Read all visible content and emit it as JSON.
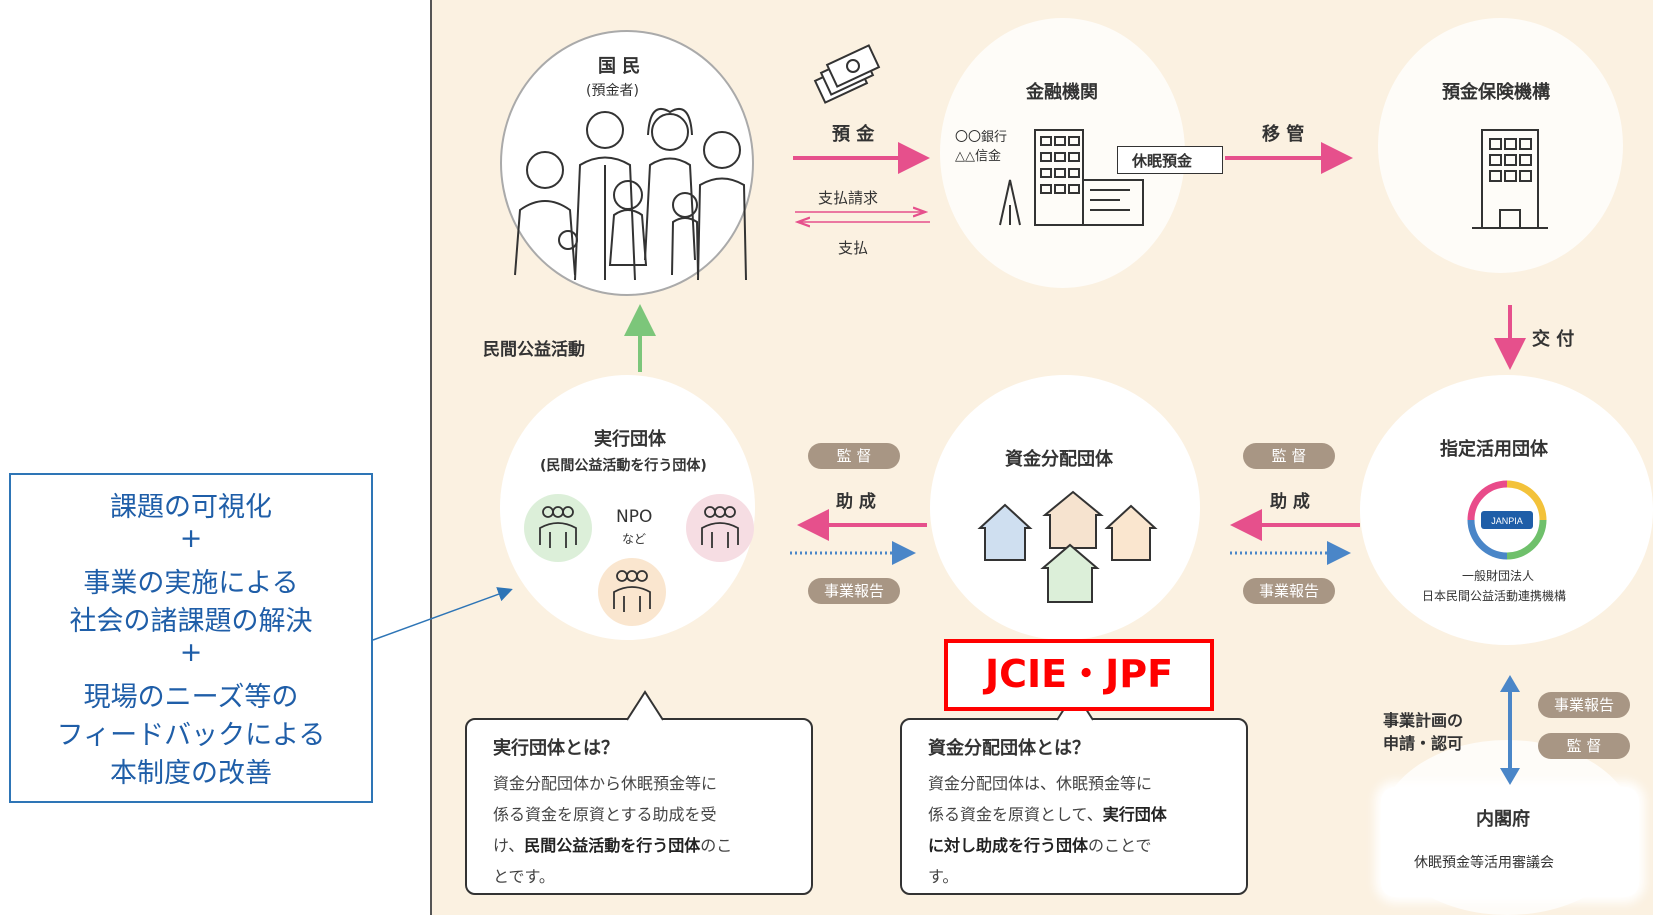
{
  "left_box": {
    "lines": [
      "課題の可視化",
      "+",
      "事業の実施による",
      "社会の諸課題の解決",
      "+",
      "現場のニーズ等の",
      "フィードバックによる",
      "本制度の改善"
    ]
  },
  "nodes": {
    "citizens": {
      "title": "国 民",
      "subtitle": "(預金者)"
    },
    "bank": {
      "title": "金融機関",
      "bank1": "〇〇銀行",
      "bank2": "△△信金",
      "dormant": "休眠預金"
    },
    "dic": {
      "title": "預金保険機構"
    },
    "exec": {
      "title": "実行団体",
      "subtitle": "(民間公益活動を行う団体)",
      "npo": "NPO",
      "etc": "など"
    },
    "fund": {
      "title": "資金分配団体"
    },
    "designated": {
      "title": "指定活用団体",
      "logo_text": "JANPIA",
      "org1": "一般財団法人",
      "org2": "日本民間公益活動連携機構"
    },
    "cabinet": {
      "title": "内閣府",
      "subtitle": "休眠預金等活用審議会"
    }
  },
  "arrows": {
    "deposit": "預 金",
    "payment_request": "支払請求",
    "payment": "支払",
    "transfer": "移 管",
    "grant_issue": "交 付",
    "public_activity": "民間公益活動",
    "supervision": "監 督",
    "subsidy": "助 成",
    "report": "事業報告",
    "plan1": "事業計画の",
    "plan2": "申請・認可"
  },
  "callouts": {
    "exec": {
      "title": "実行団体とは？",
      "l1": "資金分配団体から休眠預金等に",
      "l2a": "係る資金を原資とする助成を受",
      "l3a": "け、",
      "l3b": "民間公益活動を行う団体",
      "l3c": "のこ",
      "l4": "とです。"
    },
    "fund": {
      "title": "資金分配団体とは？",
      "l1": "資金分配団体は、休眠預金等に",
      "l2a": "係る資金を原資として、",
      "l2b": "実行団体",
      "l3a": "に対し助成を行う団体",
      "l3b": "のことで",
      "l4": "す。"
    }
  },
  "highlight": "JCIE・JPF",
  "colors": {
    "pink": "#e6508c",
    "green": "#7cc67a",
    "blue": "#4a86c8",
    "pill": "#a89684",
    "panel": "#fbf1e1",
    "red": "#ff0000",
    "left_text": "#1f5ea8"
  }
}
